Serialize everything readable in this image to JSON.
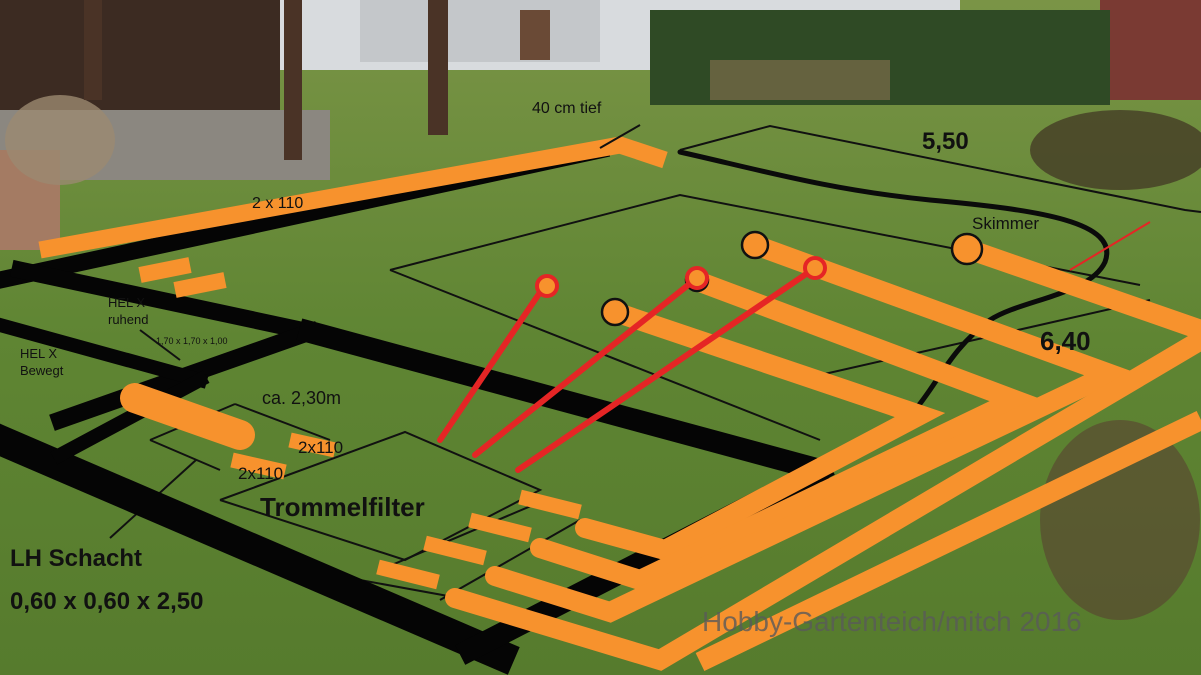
{
  "labels": {
    "depth": "40 cm tief",
    "width": "5,50",
    "length": "6,40",
    "skimmer": "Skimmer",
    "pipe_top": "2 x 110",
    "hel_ruhend": "HEL X ruhend",
    "hel_dims": "1,70 x 1,70 x 1,00",
    "hel_bewegt": "HEL X Bewegt",
    "ca_length": "ca. 2,30m",
    "pipe_a": "2x110",
    "pipe_b": "2x110",
    "trommelfilter": "Trommelfilter",
    "lh_schacht": "LH Schacht",
    "lh_dims": "0,60 x 0,60  x 2,50"
  },
  "watermark": "Hobby-Gartenteich/mitch 2016",
  "colors": {
    "pipe": "#f7922d",
    "frame": "#050505",
    "red": "#e52525",
    "grass": "#6b8a3a",
    "sky_wall": "#d9dcdf"
  }
}
